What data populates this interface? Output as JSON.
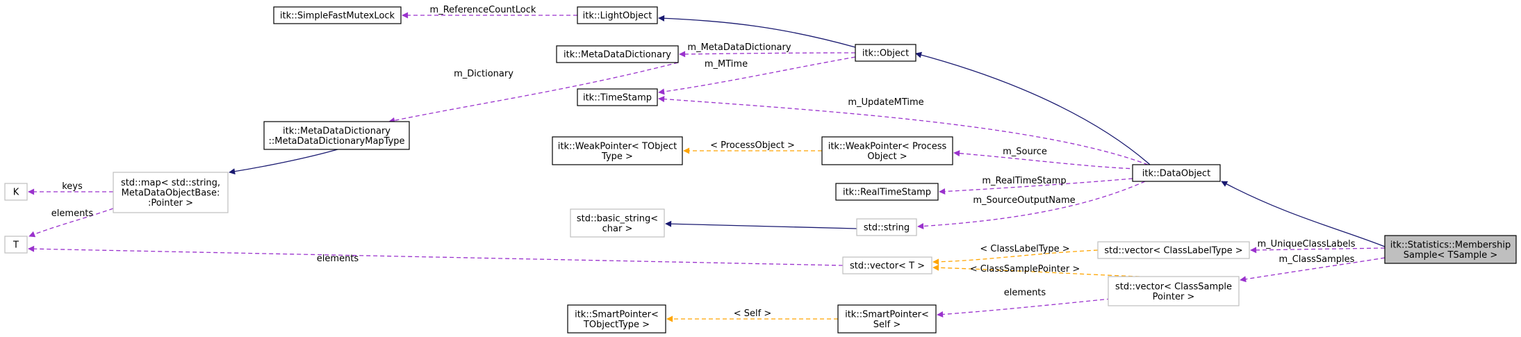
{
  "colors": {
    "inherit": "#191970",
    "usage": "#9a32cd",
    "template": "#ffa500",
    "node_documented": "#000000",
    "node_undocumented": "#bfbfbf",
    "node_highlight_fill": "#bfbfbf"
  },
  "nodes": {
    "simplefastmutexlock": {
      "lines": [
        "itk::SimpleFastMutexLock"
      ]
    },
    "lightobject": {
      "lines": [
        "itk::LightObject"
      ]
    },
    "metadatadictionary": {
      "lines": [
        "itk::MetaDataDictionary"
      ]
    },
    "object": {
      "lines": [
        "itk::Object"
      ]
    },
    "timestamp": {
      "lines": [
        "itk::TimeStamp"
      ]
    },
    "mddmaptype": {
      "lines": [
        "itk::MetaDataDictionary",
        "::MetaDataDictionaryMapType"
      ]
    },
    "weakpointer_tobject": {
      "lines": [
        "itk::WeakPointer< TObject",
        "Type >"
      ]
    },
    "weakpointer_process": {
      "lines": [
        "itk::WeakPointer< Process",
        "Object >"
      ]
    },
    "dataobject": {
      "lines": [
        "itk::DataObject"
      ]
    },
    "k": {
      "lines": [
        "K"
      ]
    },
    "stdmap": {
      "lines": [
        "std::map< std::string,",
        "MetaDataObjectBase:",
        ":Pointer >"
      ]
    },
    "realtimestamp": {
      "lines": [
        "itk::RealTimeStamp"
      ]
    },
    "t": {
      "lines": [
        "T"
      ]
    },
    "basic_string": {
      "lines": [
        "std::basic_string<",
        "char >"
      ]
    },
    "stdstring": {
      "lines": [
        "std::string"
      ]
    },
    "vector_classlabel": {
      "lines": [
        "std::vector< ClassLabelType >"
      ]
    },
    "membershipsample": {
      "lines": [
        "itk::Statistics::Membership",
        "Sample< TSample >"
      ]
    },
    "vector_t": {
      "lines": [
        "std::vector< T >"
      ]
    },
    "vector_classsample": {
      "lines": [
        "std::vector< ClassSample",
        "Pointer >"
      ]
    },
    "smartpointer_tobject": {
      "lines": [
        "itk::SmartPointer<",
        "TObjectType >"
      ]
    },
    "smartpointer_self": {
      "lines": [
        "itk::SmartPointer<",
        "Self >"
      ]
    }
  },
  "edge_labels": {
    "m_referencecountlock": "m_ReferenceCountLock",
    "m_metadatadictionary": "m_MetaDataDictionary",
    "m_mtime": "m_MTime",
    "m_dictionary": "m_Dictionary",
    "m_updatemtime": "m_UpdateMTime",
    "processobject": "< ProcessObject >",
    "m_source": "m_Source",
    "keys": "keys",
    "elements_map": "elements",
    "m_realtimestamp": "m_RealTimeStamp",
    "m_sourceoutputname": "m_SourceOutputName",
    "classlabeltype": "< ClassLabelType >",
    "m_uniqueclasslabels": "m_UniqueClassLabels",
    "elements_vector": "elements",
    "classsamplepointer": "< ClassSamplePointer >",
    "m_classsamples": "m_ClassSamples",
    "elements_smart": "elements",
    "self": "< Self >"
  }
}
